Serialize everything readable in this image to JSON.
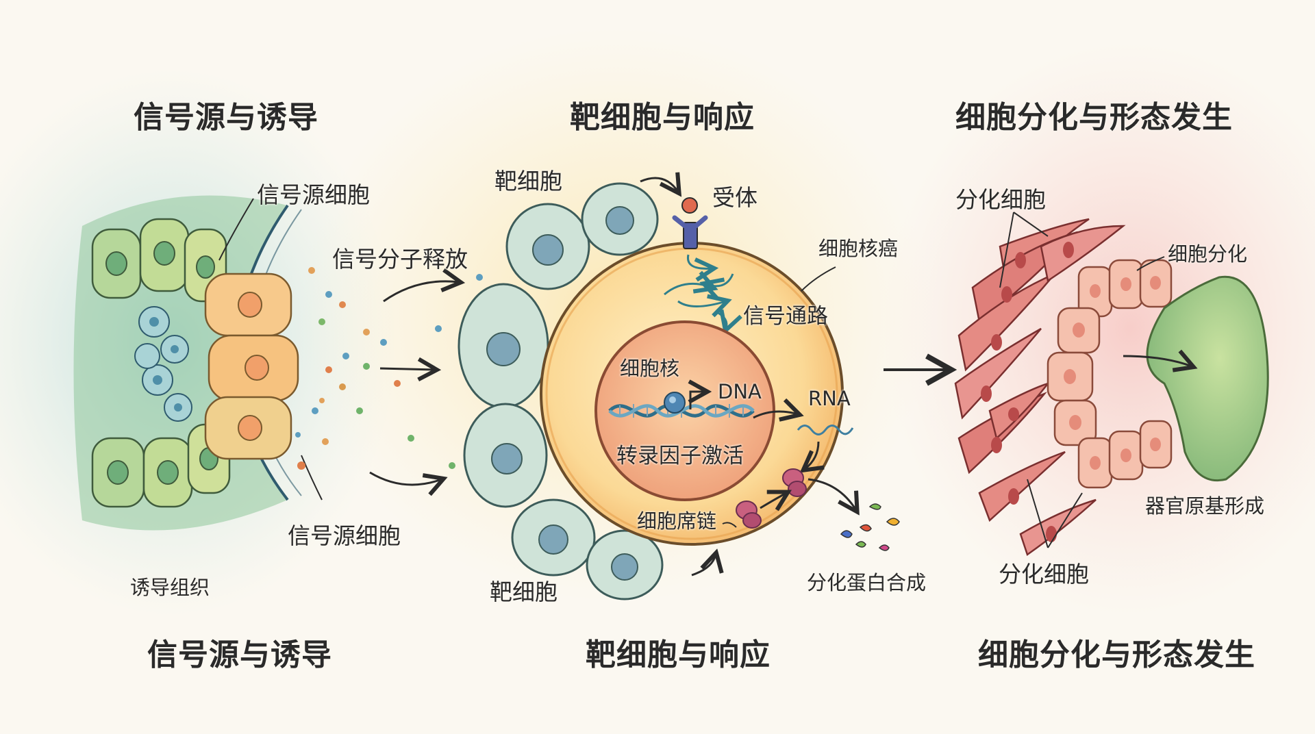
{
  "panels": {
    "left": {
      "title_top": "信号源与诱导",
      "title_bottom": "信号源与诱导",
      "label_source_cells_top": "信号源细胞",
      "label_signal_release": "信号分子释放",
      "label_source_cells_bottom": "信号源细胞",
      "label_inducing_tissue": "诱导组织"
    },
    "middle": {
      "title_top": "靶细胞与响应",
      "title_bottom": "靶细胞与响应",
      "label_target_top": "靶细胞",
      "label_target_bottom": "靶细胞",
      "label_receptor": "受体",
      "label_nucleus_cancer": "细胞核癌",
      "label_pathway": "信号通路",
      "label_nucleus": "细胞核",
      "label_dna": "DNA",
      "label_tf": "转录因子激活",
      "label_rna": "RNA",
      "label_ribosome": "细胞席链",
      "label_proteins": "分化蛋白合成"
    },
    "right": {
      "title_top": "细胞分化与形态发生",
      "title_bottom": "细胞分化与形态发生",
      "label_diff_cells_top": "分化细胞",
      "label_diff_cells_bottom": "分化细胞",
      "label_differentiation": "细胞分化",
      "label_organ_primordium": "器官原基形成"
    }
  },
  "colors": {
    "source_cell_green": "#b9d89a",
    "source_cell_orange": "#f7c98b",
    "target_cell": "#cfe3d8",
    "big_cell": "#fbe2a8",
    "nucleus": "#f6b98a",
    "differentiated_red": "#e58b84",
    "organ_green": "#8fbf7a",
    "arrow": "#2b2b2b",
    "pathway_teal": "#2f7f8c"
  }
}
